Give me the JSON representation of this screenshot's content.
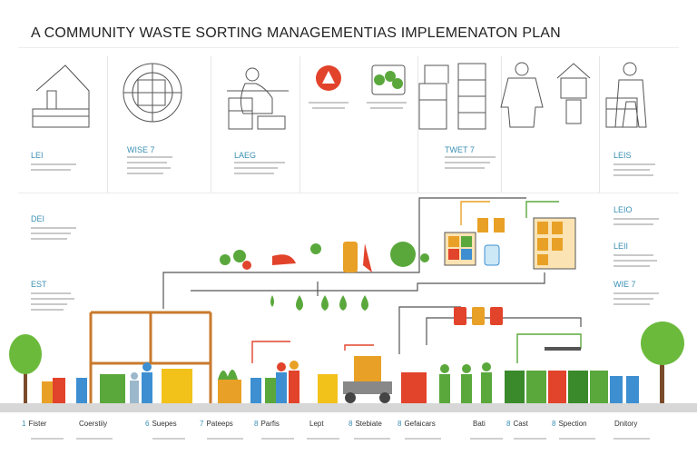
{
  "title": "A COMMUNITY WASTE SORTING MANAGEMENTIAS IMPLEMENATON PLAN",
  "top_labels": [
    "LEI",
    "WISE 7",
    "LAEG",
    "TWET 7",
    "LEIS"
  ],
  "side_labels_left": [
    "DEI",
    "EST"
  ],
  "side_labels_right": [
    "LEIO",
    "LEII",
    "WIE 7"
  ],
  "legend": [
    {
      "num": "1",
      "label": "Fister"
    },
    {
      "num": "",
      "label": "Coerstiiy"
    },
    {
      "num": "6",
      "label": "Suepes"
    },
    {
      "num": "7",
      "label": "Pateeps"
    },
    {
      "num": "8",
      "label": "Parfis"
    },
    {
      "num": "",
      "label": "Lept"
    },
    {
      "num": "8",
      "label": "Stebiate"
    },
    {
      "num": "8",
      "label": "Gefaicars"
    },
    {
      "num": "",
      "label": "Bati"
    },
    {
      "num": "8",
      "label": "Cast"
    },
    {
      "num": "8",
      "label": "Spection"
    },
    {
      "num": "",
      "label": "Dnitory"
    }
  ],
  "colors": {
    "green": "#5aa83c",
    "orange": "#e8a126",
    "red": "#e2432b",
    "blue": "#3d8fd1",
    "line": "#555555",
    "label": "#3a8fb3"
  }
}
